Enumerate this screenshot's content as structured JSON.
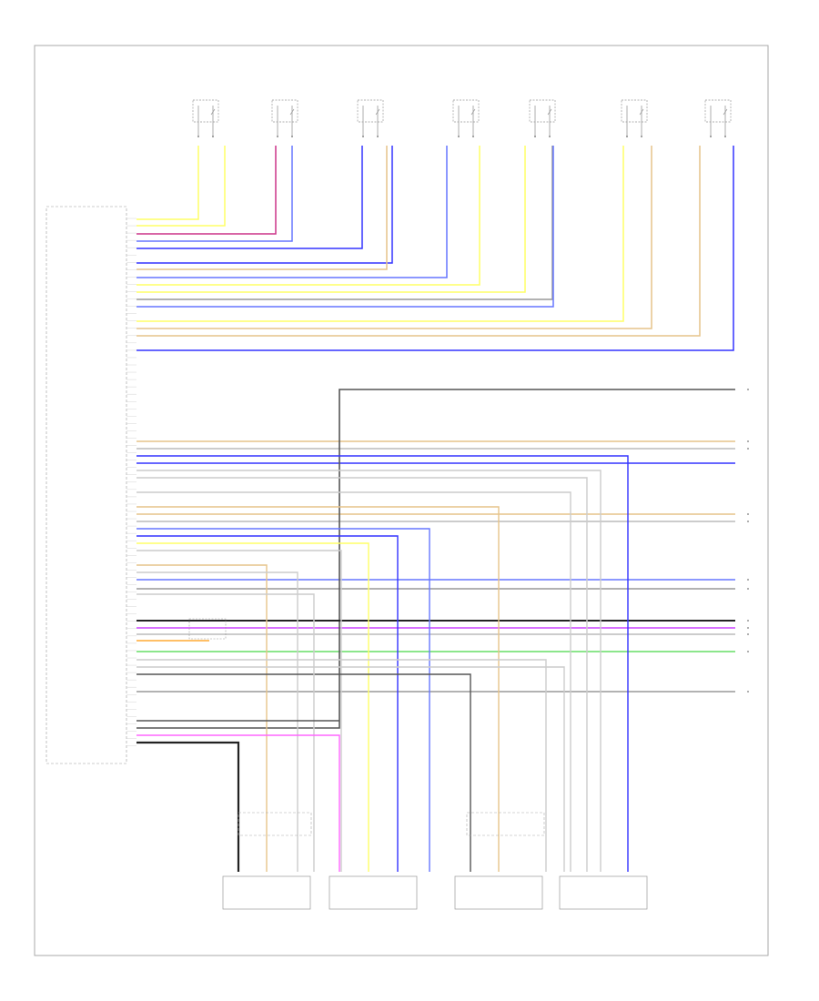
{
  "figure_number": "",
  "note_lines": [],
  "module": {
    "name_lines": []
  },
  "top_sensors": [
    {
      "id": "lf-side-front",
      "name_lines": []
    },
    {
      "id": "passenger-side",
      "name_lines": []
    },
    {
      "id": "center-belt",
      "name_lines": []
    },
    {
      "id": "left-curtain",
      "name_lines": []
    },
    {
      "id": "right-curtain",
      "name_lines": []
    },
    {
      "id": "rf-side-rear",
      "name_lines": []
    },
    {
      "id": "passenger-seat",
      "name_lines": []
    }
  ],
  "bottom_components": [
    {
      "id": "passenger-seat-module",
      "name_lines": []
    },
    {
      "id": "right-inflator",
      "name_lines": []
    },
    {
      "id": "driver-seat-module",
      "name_lines": []
    },
    {
      "id": "left-inflator",
      "name_lines": []
    }
  ],
  "splice_label_lines": [],
  "colors": {
    "yellow": "#ffff66",
    "magenta": "#cc3388",
    "blue": "#3333ff",
    "lightblue": "#6677ff",
    "tan": "#e6c48a",
    "grey": "#999999",
    "darkgrey": "#555555",
    "green": "#66dd66",
    "violet": "#cc44ff",
    "pink": "#ff66ff",
    "black": "#222222",
    "orange": "#ffaa33"
  }
}
